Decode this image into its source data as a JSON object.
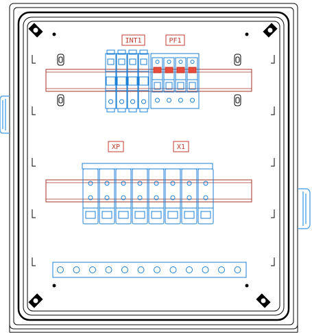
{
  "labels": {
    "breaker": "INT1",
    "surge_protector": "PF1",
    "earth_terminals": "XP",
    "terminals": "X1"
  },
  "components": {
    "enclosure": "electrical-enclosure",
    "din_rails": 2,
    "breaker_poles": 4,
    "surge_modules": 4,
    "terminal_blocks": 8,
    "busbar_holes": 12
  },
  "colors": {
    "outline": "#000000",
    "device": "#1a7fd4",
    "label": "#c0392b",
    "gland": "#5aa9e6"
  }
}
